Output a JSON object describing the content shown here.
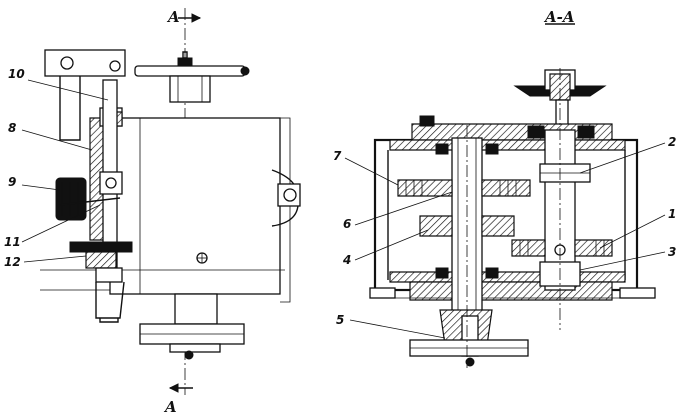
{
  "section_marks": {
    "top_left": "A",
    "bottom_left": "A",
    "section_title": "A-A"
  },
  "labels": {
    "l1": "1",
    "l2": "2",
    "l3": "3",
    "l4": "4",
    "l5": "5",
    "l6": "6",
    "l7": "7",
    "l8": "8",
    "l9": "9",
    "l10": "10",
    "l11": "11",
    "l12": "12"
  }
}
